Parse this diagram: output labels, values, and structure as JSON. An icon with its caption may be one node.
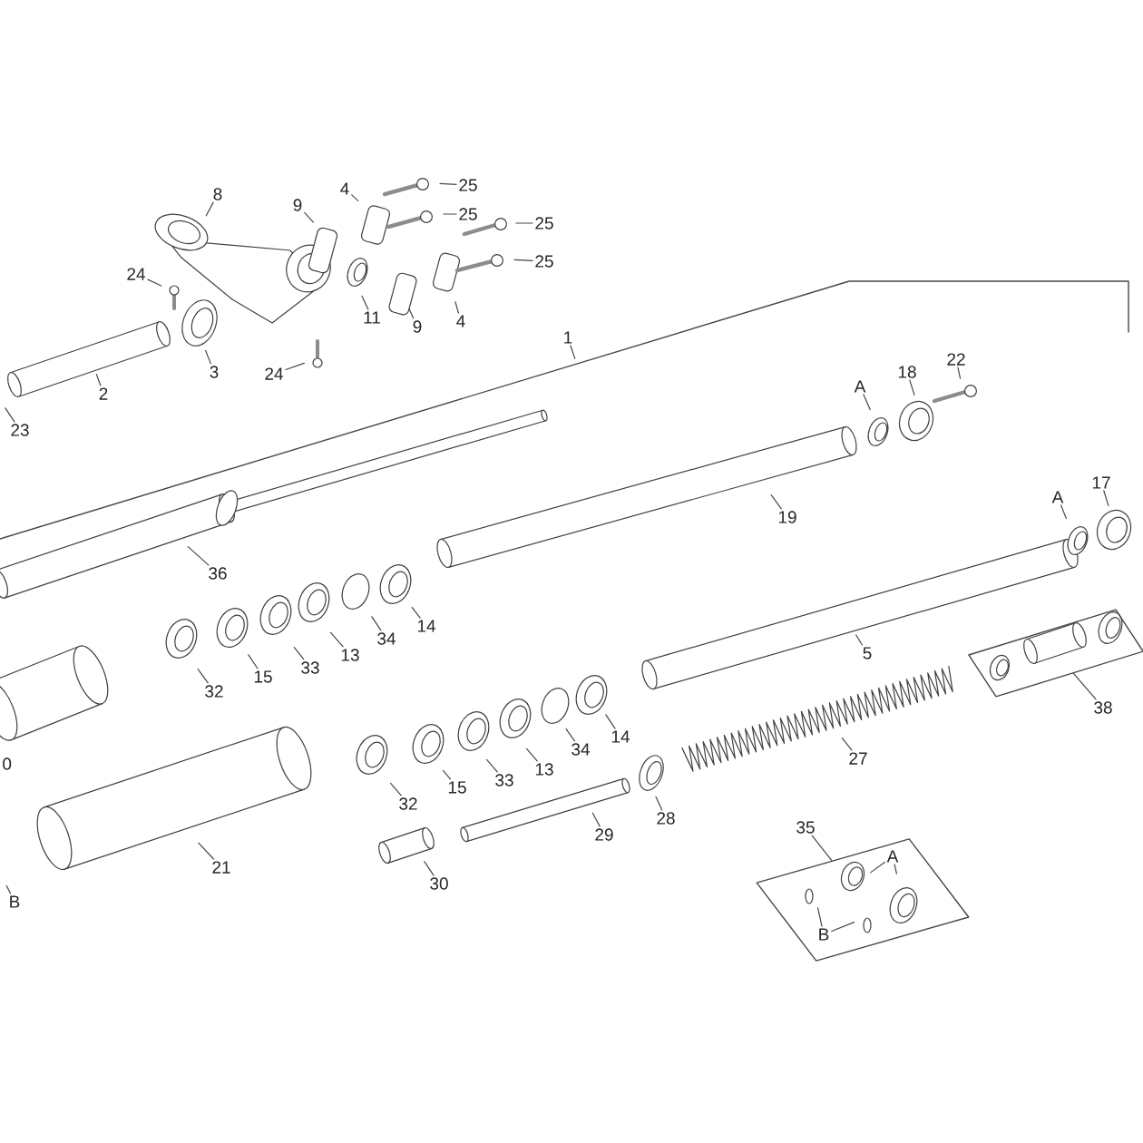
{
  "diagram": {
    "nodes": [
      {
        "text": [
          "8"
        ]
      },
      {
        "text": [
          "9"
        ]
      },
      {
        "text": [
          "4"
        ]
      },
      {
        "text": [
          "25"
        ]
      },
      {
        "text": [
          "25"
        ]
      },
      {
        "text": [
          "25"
        ]
      },
      {
        "text": [
          "25"
        ]
      },
      {
        "text": [
          "24"
        ]
      },
      {
        "text": [
          "11"
        ]
      },
      {
        "text": [
          "9"
        ]
      },
      {
        "text": [
          "4"
        ]
      },
      {
        "text": [
          "1"
        ]
      },
      {
        "text": [
          "3"
        ]
      },
      {
        "text": [
          "24"
        ]
      },
      {
        "text": [
          "22"
        ]
      },
      {
        "text": [
          "18"
        ]
      },
      {
        "text": [
          "A"
        ]
      },
      {
        "text": [
          "2"
        ]
      },
      {
        "text": [
          "23"
        ]
      },
      {
        "text": [
          "17"
        ]
      },
      {
        "text": [
          "A"
        ]
      },
      {
        "text": [
          "19"
        ]
      },
      {
        "text": [
          "36"
        ]
      },
      {
        "text": [
          "14"
        ]
      },
      {
        "text": [
          "34"
        ]
      },
      {
        "text": [
          "5"
        ]
      },
      {
        "text": [
          "13"
        ]
      },
      {
        "text": [
          "33"
        ]
      },
      {
        "text": [
          "15"
        ]
      },
      {
        "text": [
          "32"
        ]
      },
      {
        "text": [],
        "shape": "box"
      },
      {
        "text": [
          "38"
        ]
      },
      {
        "text": [
          "14"
        ]
      },
      {
        "text": [
          "34"
        ]
      },
      {
        "text": [
          "27"
        ]
      },
      {
        "text": [
          "13"
        ]
      },
      {
        "text": [
          "33"
        ]
      },
      {
        "text": [
          "15"
        ]
      },
      {
        "text": [
          "32"
        ]
      },
      {
        "text": [
          "28"
        ]
      },
      {
        "text": [
          "35"
        ]
      },
      {
        "text": [
          "29"
        ]
      },
      {
        "text": [],
        "shape": "box"
      },
      {
        "text": [
          "A"
        ],
        "in": 42
      },
      {
        "text": [
          "21"
        ]
      },
      {
        "text": [
          "30"
        ]
      },
      {
        "text": [
          "B"
        ]
      },
      {
        "text": [
          "B"
        ],
        "in": 42
      }
    ],
    "edges": [
      {
        "from": 0,
        "to": null,
        "arrow": "none"
      },
      {
        "from": 1,
        "to": null,
        "arrow": "none"
      },
      {
        "from": 2,
        "to": null,
        "arrow": "none"
      },
      {
        "from": 3,
        "to": null,
        "arrow": "none"
      },
      {
        "from": 4,
        "to": null,
        "arrow": "none"
      },
      {
        "from": 5,
        "to": null,
        "arrow": "none"
      },
      {
        "from": 6,
        "to": null,
        "arrow": "none"
      },
      {
        "from": 7,
        "to": null,
        "arrow": "none"
      },
      {
        "from": 8,
        "to": null,
        "arrow": "none"
      },
      {
        "from": 9,
        "to": null,
        "arrow": "none"
      },
      {
        "from": 10,
        "to": null,
        "arrow": "none"
      },
      {
        "from": 11,
        "to": null,
        "arrow": "none"
      },
      {
        "from": 12,
        "to": null,
        "arrow": "none"
      },
      {
        "from": 13,
        "to": null,
        "arrow": "none"
      },
      {
        "from": 14,
        "to": null,
        "arrow": "none"
      },
      {
        "from": 15,
        "to": null,
        "arrow": "none"
      },
      {
        "from": 16,
        "to": null,
        "arrow": "none"
      },
      {
        "from": 17,
        "to": null,
        "arrow": "none"
      },
      {
        "from": 18,
        "to": null,
        "arrow": "none"
      },
      {
        "from": 19,
        "to": null,
        "arrow": "none"
      },
      {
        "from": 20,
        "to": null,
        "arrow": "none"
      },
      {
        "from": 21,
        "to": null,
        "arrow": "none"
      },
      {
        "from": 22,
        "to": null,
        "arrow": "none"
      },
      {
        "from": 23,
        "to": null,
        "arrow": "none"
      },
      {
        "from": 24,
        "to": null,
        "arrow": "none"
      },
      {
        "from": 25,
        "to": null,
        "arrow": "none"
      },
      {
        "from": 26,
        "to": null,
        "arrow": "none"
      },
      {
        "from": 27,
        "to": null,
        "arrow": "none"
      },
      {
        "from": 28,
        "to": null,
        "arrow": "none"
      },
      {
        "from": 29,
        "to": null,
        "arrow": "none"
      },
      {
        "from": 31,
        "to": 30,
        "arrow": "none"
      },
      {
        "from": 32,
        "to": null,
        "arrow": "none"
      },
      {
        "from": 33,
        "to": null,
        "arrow": "none"
      },
      {
        "from": 34,
        "to": null,
        "arrow": "none"
      },
      {
        "from": 35,
        "to": null,
        "arrow": "none"
      },
      {
        "from": 36,
        "to": null,
        "arrow": "none"
      },
      {
        "from": 37,
        "to": null,
        "arrow": "none"
      },
      {
        "from": 38,
        "to": null,
        "arrow": "none"
      },
      {
        "from": 39,
        "to": null,
        "arrow": "none"
      },
      {
        "from": 40,
        "to": 42,
        "arrow": "none"
      },
      {
        "from": 41,
        "to": null,
        "arrow": "none"
      },
      {
        "from": 43,
        "to": null,
        "arrow": "none"
      },
      {
        "from": 43,
        "to": null,
        "arrow": "none"
      },
      {
        "from": 44,
        "to": null,
        "arrow": "none"
      },
      {
        "from": 45,
        "to": null,
        "arrow": "none"
      },
      {
        "from": 46,
        "to": null,
        "arrow": "none"
      },
      {
        "from": 47,
        "to": null,
        "arrow": "none"
      },
      {
        "from": 47,
        "to": null,
        "arrow": "none"
      }
    ],
    "labels": [
      "0"
    ]
  }
}
